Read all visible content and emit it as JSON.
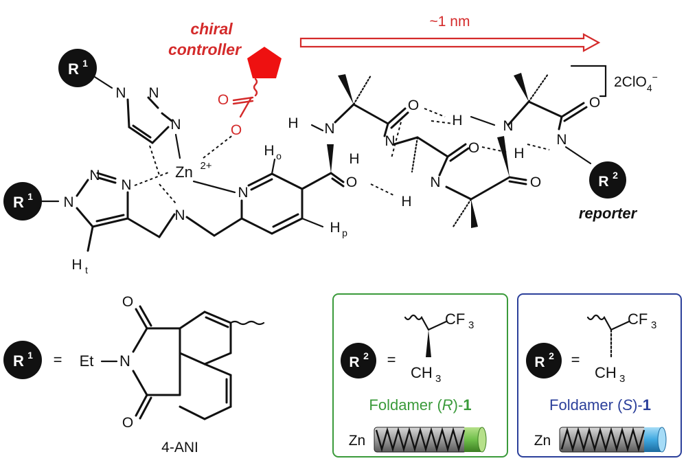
{
  "top": {
    "distance_label": "~1 nm",
    "controller_line1": "chiral",
    "controller_line2": "controller",
    "counterion": "2ClO",
    "counterion_sub": "4",
    "counterion_sup": "−",
    "reporter_label": "reporter"
  },
  "badges": {
    "r1_main": "R",
    "r1_sup": "1",
    "r2_main": "R",
    "r2_sup": "2"
  },
  "atoms": {
    "N": "N",
    "O": "O",
    "H": "H",
    "zn": "Zn",
    "zn_charge": "2+",
    "h_o": "H",
    "h_o_sub": "o",
    "h_p": "H",
    "h_p_sub": "p",
    "h_t": "H",
    "h_t_sub": "t"
  },
  "definitions": {
    "r1_equals": "=",
    "r1_group": "Et",
    "r1_name": "4-ANI",
    "r2_equals": "=",
    "cf3": "CF",
    "cf3_sub": "3",
    "ch3": "CH",
    "ch3_sub": "3"
  },
  "foldamers": [
    {
      "name_prefix": "Foldamer (",
      "config": "R",
      "name_mid": ")-",
      "name_num": "1",
      "metal": "Zn",
      "border_color": "#3a9a3a",
      "text_color": "#3a9a3a",
      "end_color": "#6fbf4a"
    },
    {
      "name_prefix": "Foldamer (",
      "config": "S",
      "name_mid": ")-",
      "name_num": "1",
      "metal": "Zn",
      "border_color": "#2b3f9a",
      "text_color": "#2b3f9a",
      "end_color": "#3fa8e0"
    }
  ],
  "colors": {
    "red": "#d42a2a",
    "black": "#111111"
  }
}
